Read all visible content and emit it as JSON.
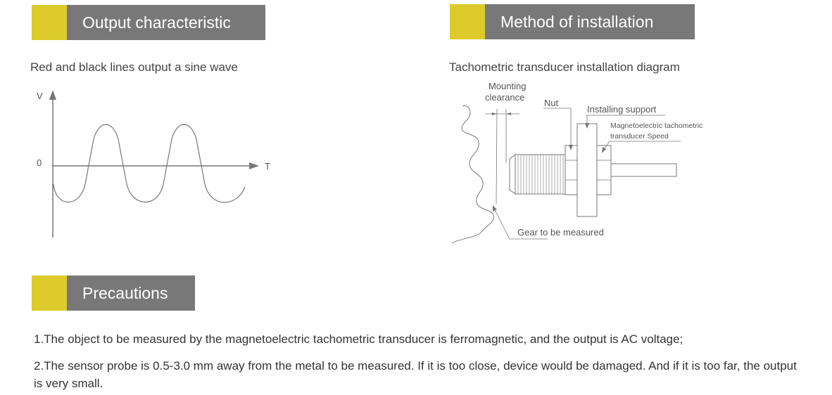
{
  "sections": {
    "output": {
      "title": "Output characteristic",
      "subtitle": "Red and black lines output a sine wave"
    },
    "install": {
      "title": "Method of installation",
      "subtitle": "Tachometric transducer installation diagram"
    },
    "precautions": {
      "title": "Precautions",
      "items": [
        "1.The object to be measured by the magnetoelectric tachometric transducer is ferromagnetic, and the output is AC voltage;",
        "2.The sensor probe is 0.5-3.0 mm away from the metal to be measured. If it is too close, device would be damaged. And if it is too far, the output is very small."
      ]
    }
  },
  "graph": {
    "y_axis_label": "V",
    "x_axis_label": "T",
    "zero_label": "0"
  },
  "diagram": {
    "labels": {
      "mounting_line1": "Mounting",
      "mounting_line2": "clearance",
      "nut": "Nut",
      "support": "Installing support",
      "transducer_line1": "Magnetoelectric tachometric",
      "transducer_line2": "transducer Speed",
      "gear": "Gear to be measured"
    }
  },
  "colors": {
    "accent": "#dccb2a",
    "header": "#787878"
  }
}
